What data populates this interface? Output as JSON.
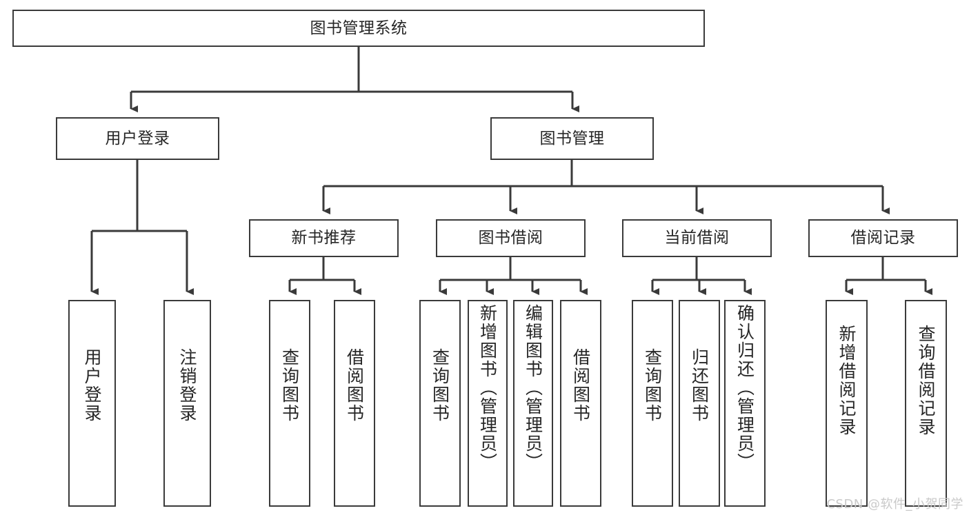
{
  "diagram": {
    "title": "图书管理系统",
    "watermark": "CSDN @软件_小贺同学",
    "line_color": "#3a3a3a",
    "text_color": "#262626",
    "background": "#ffffff",
    "nodes": {
      "root": "图书管理系统",
      "level2": [
        "用户登录",
        "图书管理"
      ],
      "level3": [
        "新书推荐",
        "图书借阅",
        "当前借阅",
        "借阅记录"
      ],
      "leaves": {
        "user_login": [
          "用户登录",
          "注销登录"
        ],
        "new_book_recommend": [
          "查询图书",
          "借阅图书"
        ],
        "book_borrow": [
          "查询图书",
          "新增图书（管理员）",
          "编辑图书（管理员）",
          "借阅图书"
        ],
        "current_borrow": [
          "查询图书",
          "归还图书",
          "确认归还（管理员）"
        ],
        "borrow_record": [
          "新增借阅记录",
          "查询借阅记录"
        ]
      }
    }
  }
}
